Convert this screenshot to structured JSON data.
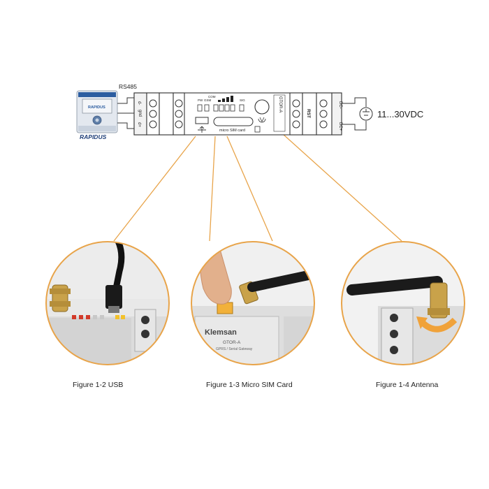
{
  "top": {
    "rs485_label": "RS485",
    "rapidus_logo_text": "RAPIDUS",
    "rapidus_screen_text": "RAPIDUS",
    "left_terminals": [
      "d-",
      "gnd",
      "d+"
    ],
    "led_labels": [
      "PW",
      "GSM",
      "COM",
      "SIG"
    ],
    "sim_label": "micro SIM card",
    "model_label": "GTOR-A",
    "rst_label": "RST",
    "dc_terminals": [
      "DC-",
      "DC+"
    ],
    "voltage": "11...30VDC"
  },
  "figures": [
    {
      "caption": "Figure 1-2 USB",
      "brand": "",
      "model": "",
      "subtitle": ""
    },
    {
      "caption": "Figure 1-3 Micro SIM Card",
      "brand": "Klemsan",
      "model": "GTOR-A",
      "subtitle": "GPRS / Serial Gateway"
    },
    {
      "caption": "Figure 1-4 Antenna",
      "brand": "",
      "model": "",
      "subtitle": ""
    }
  ],
  "colors": {
    "callout_line": "#e8a44a",
    "circle_border": "#e8a44a",
    "device_outline": "#333333",
    "antenna_gold": "#c9a24a",
    "panel_blue": "#4a78b0"
  }
}
